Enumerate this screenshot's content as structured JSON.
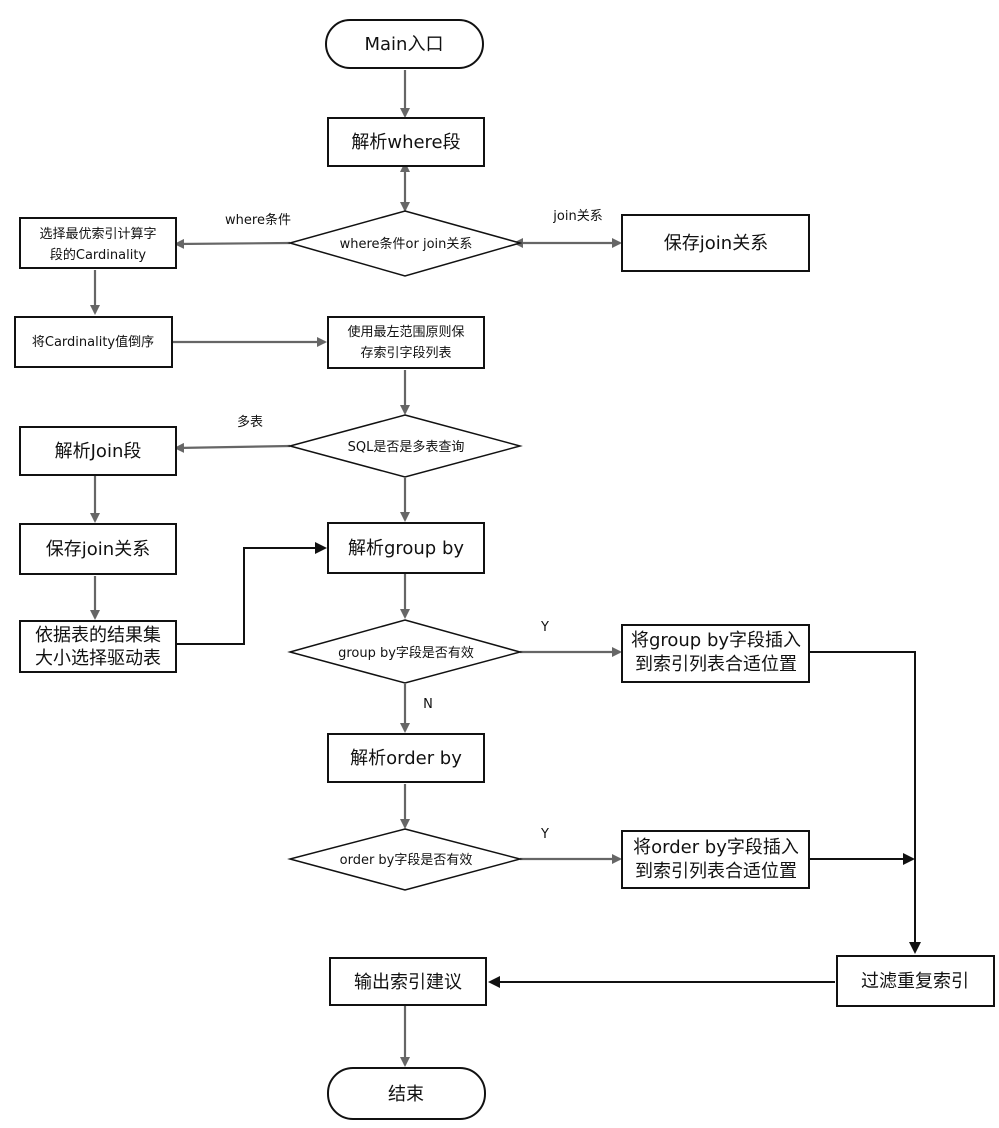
{
  "nodes": {
    "main_entry": "Main入口",
    "parse_where": "解析where段",
    "where_or_join": "where条件or join关系",
    "select_best_index": [
      "选择最优索引计算字",
      "段的Cardinality"
    ],
    "save_join_1": "保存join关系",
    "sort_cardinality": "将Cardinality值倒序",
    "leftmost_range": [
      "使用最左范围原则保",
      "存索引字段列表"
    ],
    "is_multi_table": "SQL是否是多表查询",
    "parse_join": "解析Join段",
    "save_join_2": "保存join关系",
    "choose_driver_table": [
      "依据表的结果集",
      "大小选择驱动表"
    ],
    "parse_group_by": "解析group by",
    "group_by_valid": "group by字段是否有效",
    "insert_group_by": [
      "将group by字段插入",
      "到索引列表合适位置"
    ],
    "parse_order_by": "解析order by",
    "order_by_valid": "order by字段是否有效",
    "insert_order_by": [
      "将order by字段插入",
      "到索引列表合适位置"
    ],
    "filter_duplicates": "过滤重复索引",
    "output_suggestion": "输出索引建议",
    "end": "结束"
  },
  "edge_labels": {
    "where_condition": "where条件",
    "join_relation": "join关系",
    "multi_table": "多表",
    "group_yes": "Y",
    "group_no": "N",
    "order_yes": "Y"
  },
  "colors": {
    "node_stroke": "#111111",
    "edge_gray": "#666666",
    "edge_black": "#111111",
    "background": "#ffffff"
  }
}
